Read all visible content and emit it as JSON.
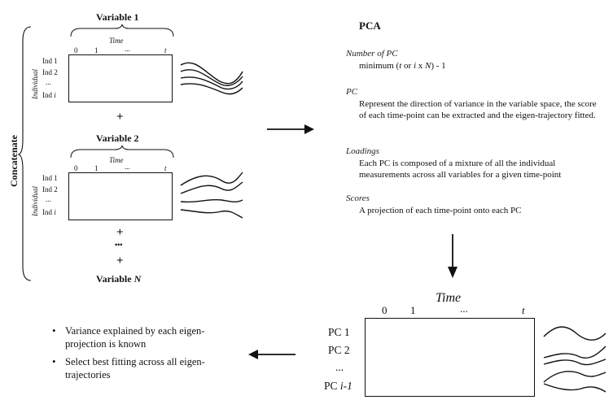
{
  "concatenate_label": "Concatenate",
  "block1": {
    "variable": "Variable 1",
    "time_label": "Time",
    "time_ticks": [
      "0",
      "1",
      "...",
      "t"
    ],
    "individual_label": "Individual",
    "rows": [
      "Ind 1",
      "Ind 2",
      "...",
      "Ind i"
    ]
  },
  "plus1": "+",
  "block2": {
    "variable": "Variable 2",
    "time_label": "Time",
    "time_ticks": [
      "0",
      "1",
      "...",
      "t"
    ],
    "individual_label": "Individual",
    "rows": [
      "Ind 1",
      "Ind 2",
      "...",
      "Ind i"
    ]
  },
  "plus2": "+",
  "ellipsis_dots": "•••",
  "plus3": "+",
  "variable_n": {
    "prefix": "Variable ",
    "n": "N"
  },
  "pca": {
    "title": "PCA",
    "sections": [
      {
        "head": "Number of PC",
        "body": ""
      },
      {
        "head": "PC",
        "body": "Represent the direction of variance in the variable space, the score of each time-point can be extracted and the eigen-trajectory fitted."
      },
      {
        "head": "Loadings",
        "body": "Each PC is composed of a mixture of all the individual measurements across all variables for a given time-point"
      },
      {
        "head": "Scores",
        "body": "A projection of each time-point onto each PC"
      }
    ],
    "num_pc_formula": {
      "prefix": "minimum (",
      "t": "t",
      "or": " or ",
      "i": "i",
      "x": " x ",
      "N": "N",
      "suffix": ") - 1"
    }
  },
  "result": {
    "time_label": "Time",
    "time_ticks": [
      "0",
      "1",
      "...",
      "t"
    ],
    "rows": [
      "PC 1",
      "PC 2",
      "...",
      "PC i-1"
    ]
  },
  "bullets": [
    "Variance explained by each eigen-projection is known",
    "Select best fitting across all eigen-trajectories"
  ]
}
